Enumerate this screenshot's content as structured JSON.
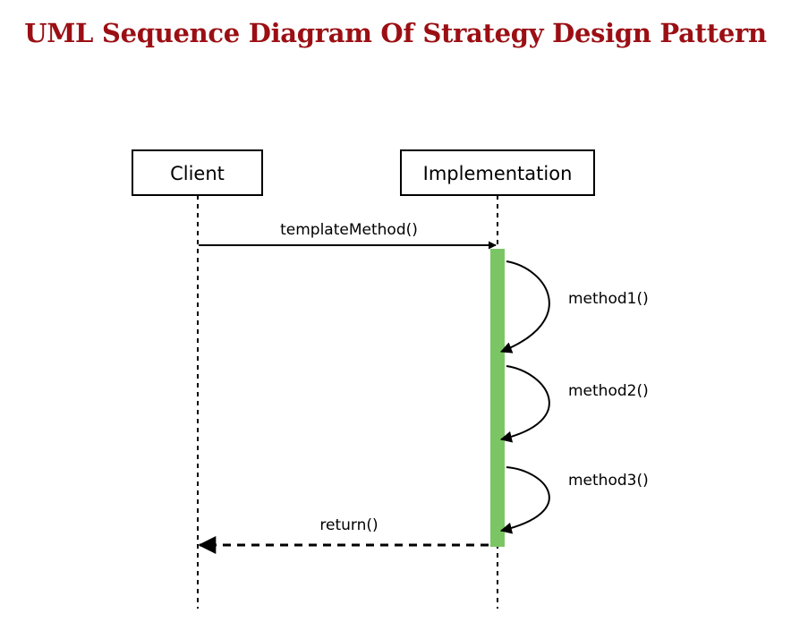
{
  "title": "UML Sequence Diagram Of Strategy Design Pattern",
  "colors": {
    "title": "#9b0f14",
    "activation": "#7cc565",
    "line": "#000000"
  },
  "participants": [
    {
      "name": "Client"
    },
    {
      "name": "Implementation"
    }
  ],
  "messages": [
    {
      "label": "templateMethod()",
      "from": "Client",
      "to": "Implementation",
      "style": "solid"
    },
    {
      "label": "method1()",
      "from": "Implementation",
      "to": "Implementation",
      "style": "self"
    },
    {
      "label": "method2()",
      "from": "Implementation",
      "to": "Implementation",
      "style": "self"
    },
    {
      "label": "method3()",
      "from": "Implementation",
      "to": "Implementation",
      "style": "self"
    },
    {
      "label": "return()",
      "from": "Implementation",
      "to": "Client",
      "style": "dashed"
    }
  ]
}
